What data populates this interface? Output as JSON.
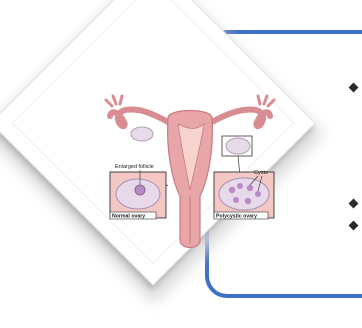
{
  "illustration": {
    "label_enlarged_follicle": "Enlarged follicle",
    "label_cysts": "Cysts",
    "label_normal_ovary": "Normal ovary",
    "label_polycystic_ovary": "Polycystic ovary"
  },
  "colors": {
    "accent_frame": "#3f6fc6",
    "uterus": "#e8a6a8",
    "uterus_dark": "#c97b82",
    "ovary": "#d9cfe0",
    "tissue": "#f3c7c3"
  },
  "bullets": {
    "count": 3
  }
}
